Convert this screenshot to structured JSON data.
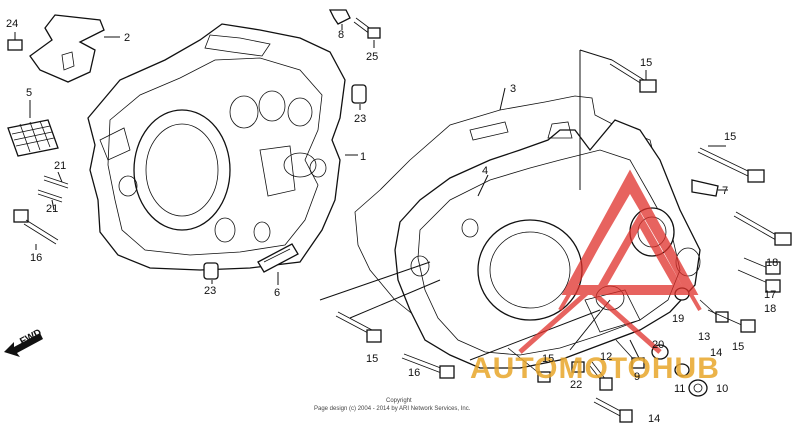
{
  "diagram": {
    "callouts": [
      {
        "id": "c24",
        "text": "24"
      },
      {
        "id": "c2",
        "text": "2"
      },
      {
        "id": "c5",
        "text": "5"
      },
      {
        "id": "c21a",
        "text": "21"
      },
      {
        "id": "c21b",
        "text": "21"
      },
      {
        "id": "c16a",
        "text": "16"
      },
      {
        "id": "c8",
        "text": "8"
      },
      {
        "id": "c25",
        "text": "25"
      },
      {
        "id": "c1",
        "text": "1"
      },
      {
        "id": "c23a",
        "text": "23"
      },
      {
        "id": "c23b",
        "text": "23"
      },
      {
        "id": "c6",
        "text": "6"
      },
      {
        "id": "c3",
        "text": "3"
      },
      {
        "id": "c4",
        "text": "4"
      },
      {
        "id": "c15a",
        "text": "15"
      },
      {
        "id": "c15b",
        "text": "15"
      },
      {
        "id": "c7",
        "text": "7"
      },
      {
        "id": "c18a",
        "text": "18"
      },
      {
        "id": "c17",
        "text": "17"
      },
      {
        "id": "c18b",
        "text": "18"
      },
      {
        "id": "c19",
        "text": "19"
      },
      {
        "id": "c13",
        "text": "13"
      },
      {
        "id": "c15c",
        "text": "15"
      },
      {
        "id": "c14a",
        "text": "14"
      },
      {
        "id": "c15d",
        "text": "15"
      },
      {
        "id": "c15e",
        "text": "15"
      },
      {
        "id": "c16b",
        "text": "16"
      },
      {
        "id": "c12",
        "text": "12"
      },
      {
        "id": "c22",
        "text": "22"
      },
      {
        "id": "c20",
        "text": "20"
      },
      {
        "id": "c9",
        "text": "9"
      },
      {
        "id": "c11",
        "text": "11"
      },
      {
        "id": "c10",
        "text": "10"
      },
      {
        "id": "c14b",
        "text": "14"
      }
    ],
    "direction_label": "FWD",
    "copyright_line1": "Copyright",
    "copyright_line2": "Page design (c) 2004 - 2014 by ARI Network Services, Inc."
  },
  "watermark": {
    "text": "AUTOMOTOHUB",
    "text_color": "#e8a62a",
    "logo_color": "#e0302a"
  }
}
